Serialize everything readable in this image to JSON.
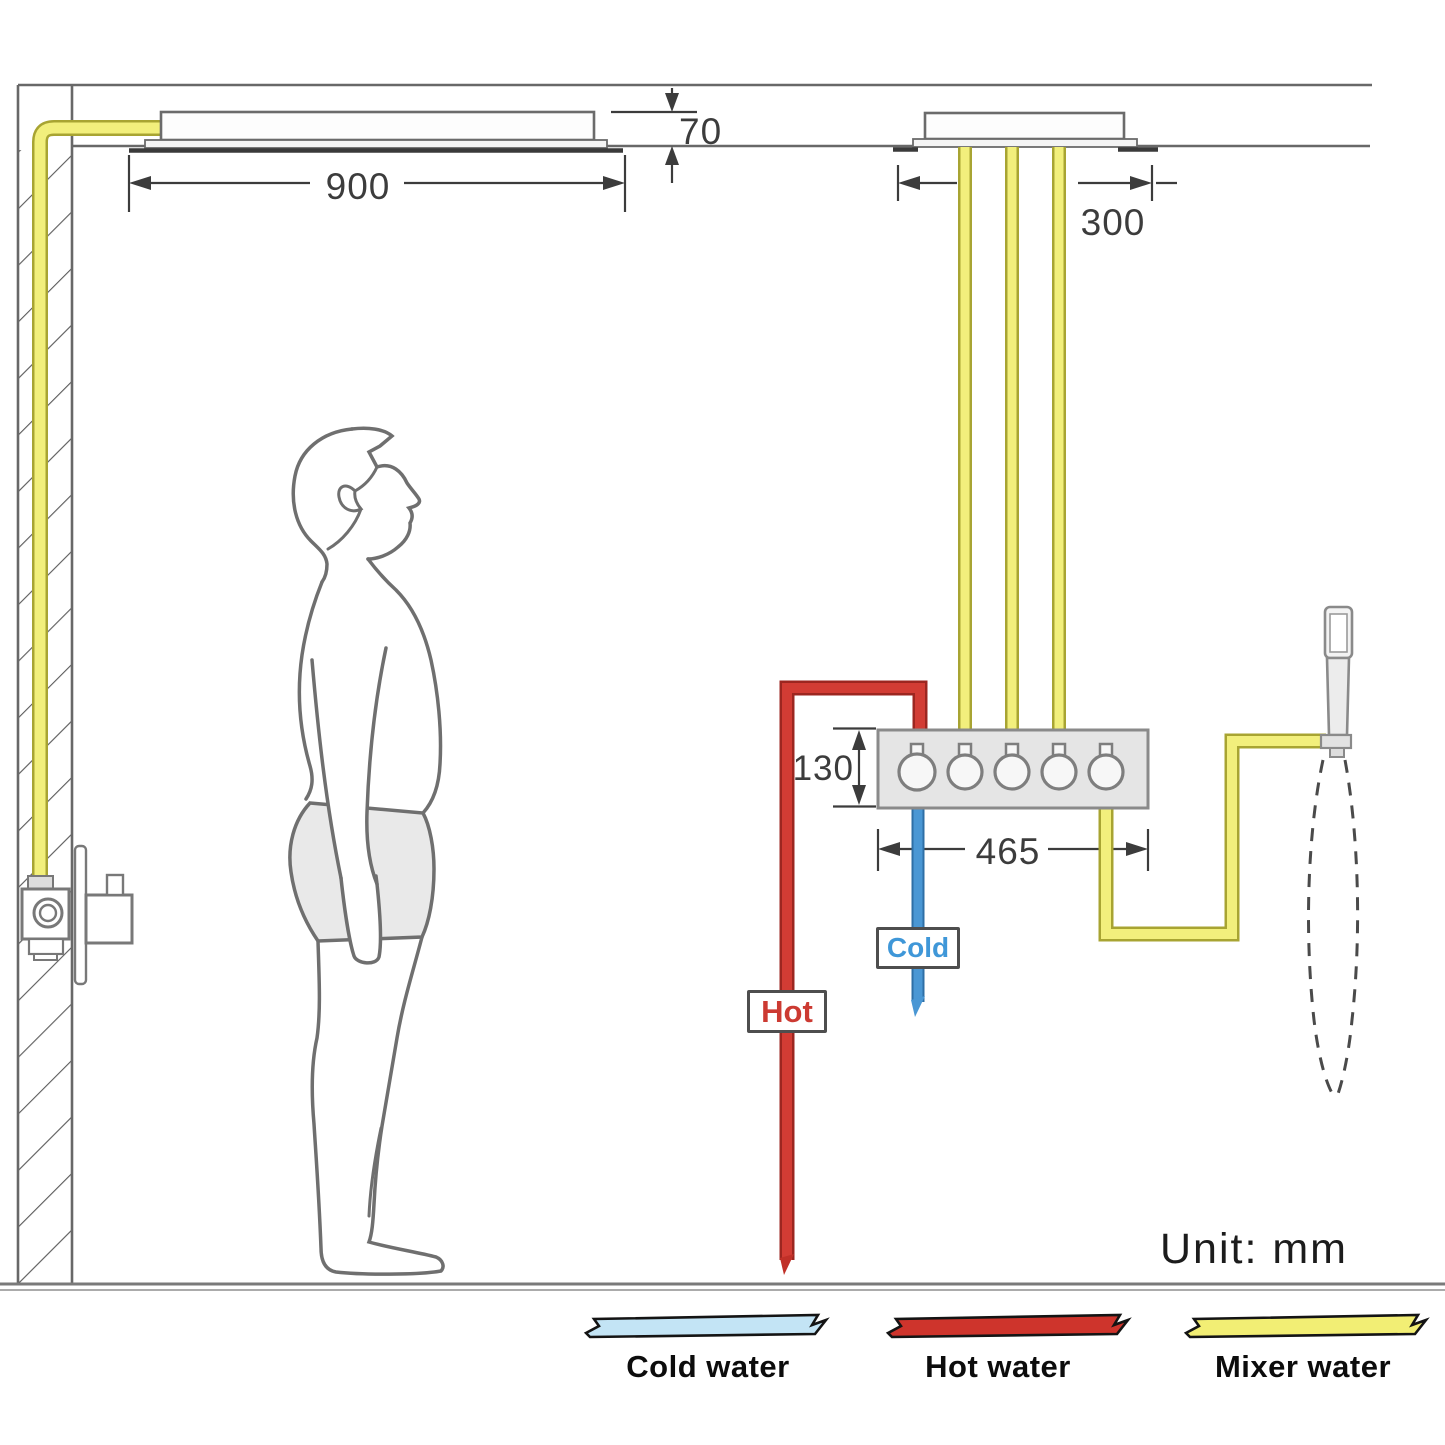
{
  "unit_label": "Unit: mm",
  "dimensions": {
    "rain_shower_width": "900",
    "rain_shower_height": "70",
    "ceiling_pipes_spacing": "300",
    "valve_box_height": "130",
    "valve_box_width": "465"
  },
  "pipe_labels": {
    "hot": "Hot",
    "cold": "Cold"
  },
  "legend": {
    "items": [
      {
        "label": "Cold water",
        "color": "#c3e4f5"
      },
      {
        "label": "Hot water",
        "color": "#ce342c"
      },
      {
        "label": "Mixer water",
        "color": "#f2ee74"
      }
    ]
  },
  "colors": {
    "mixer_fill": "#f2ef7c",
    "mixer_outline": "#a8a432",
    "hot_fill": "#d23c34",
    "hot_outline": "#9c2620",
    "cold_fill": "#4a97d4",
    "cold_outline": "#2e6fa6",
    "hot_text": "#cc3a32",
    "cold_text": "#3f97d8",
    "line_gray": "#686868"
  }
}
